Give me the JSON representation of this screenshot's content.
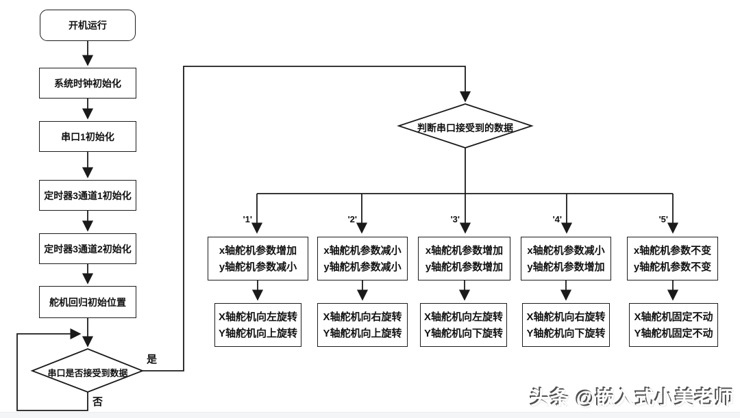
{
  "flow": {
    "start": "开机运行",
    "init_steps": [
      "系统时钟初始化",
      "串口1初始化",
      "定时器3通道1初始化",
      "定时器3通道2初始化",
      "舵机回归初始位置"
    ],
    "serial_check": {
      "label": "串口是否接受到数据",
      "yes_label": "是",
      "no_label": "否"
    },
    "data_judge": {
      "label": "判断串口接受到的数据"
    },
    "branches": [
      {
        "case": "'1'",
        "params": "x轴舵机参数增加\ny轴舵机参数减小",
        "result": "X轴舵机向左旋转\nY轴舵机向上旋转"
      },
      {
        "case": "'2'",
        "params": "x轴舵机参数减小\ny轴舵机参数减小",
        "result": "X轴舵机向右旋转\nY轴舵机向上旋转"
      },
      {
        "case": "'3'",
        "params": "x轴舵机参数增加\ny轴舵机参数增加",
        "result": "X轴舵机向左旋转\nY轴舵机向下旋转"
      },
      {
        "case": "'4'",
        "params": "x轴舵机参数减小\ny轴舵机参数增加",
        "result": "X轴舵机向右旋转\nY轴舵机向下旋转"
      },
      {
        "case": "'5'",
        "params": "x轴舵机参数不变\ny轴舵机参数不变",
        "result": "X轴舵机固定不动\nY轴舵机固定不动"
      }
    ]
  },
  "watermark": "头条 @嵌入式小美老师",
  "colors": {
    "line": "#1a1a1a",
    "background": "#ffffff",
    "footer_strip": "#f4f5f7"
  }
}
